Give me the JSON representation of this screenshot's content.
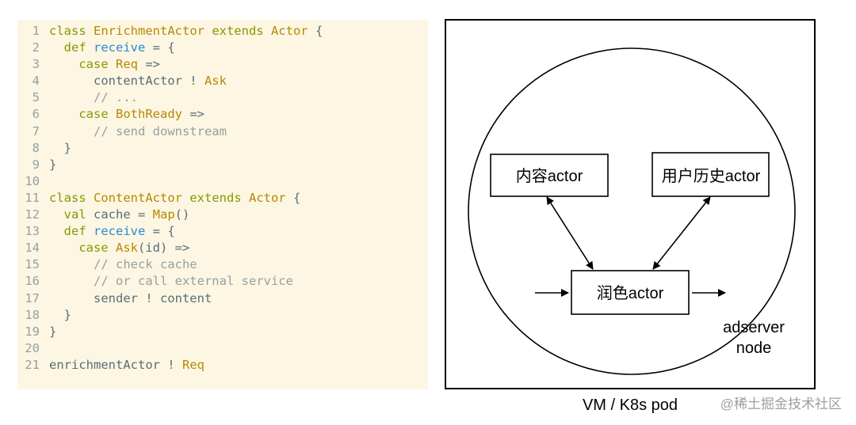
{
  "code": {
    "lines": [
      {
        "n": "1",
        "t": [
          [
            "kw",
            "class "
          ],
          [
            "type",
            "EnrichmentActor "
          ],
          [
            "kw",
            "extends "
          ],
          [
            "type",
            "Actor "
          ],
          [
            "pl",
            "{"
          ]
        ]
      },
      {
        "n": "2",
        "t": [
          [
            "pl",
            "  "
          ],
          [
            "kw",
            "def "
          ],
          [
            "fn",
            "receive "
          ],
          [
            "pl",
            "= {"
          ]
        ]
      },
      {
        "n": "3",
        "t": [
          [
            "pl",
            "    "
          ],
          [
            "kw",
            "case "
          ],
          [
            "type",
            "Req "
          ],
          [
            "pl",
            "=>"
          ]
        ]
      },
      {
        "n": "4",
        "t": [
          [
            "pl",
            "      contentActor ! "
          ],
          [
            "type",
            "Ask"
          ]
        ]
      },
      {
        "n": "5",
        "t": [
          [
            "cm",
            "      // ..."
          ]
        ]
      },
      {
        "n": "6",
        "t": [
          [
            "pl",
            "    "
          ],
          [
            "kw",
            "case "
          ],
          [
            "type",
            "BothReady "
          ],
          [
            "pl",
            "=>"
          ]
        ]
      },
      {
        "n": "7",
        "t": [
          [
            "cm",
            "      // send downstream"
          ]
        ]
      },
      {
        "n": "8",
        "t": [
          [
            "pl",
            "  }"
          ]
        ]
      },
      {
        "n": "9",
        "t": [
          [
            "pl",
            "}"
          ]
        ]
      },
      {
        "n": "10",
        "t": []
      },
      {
        "n": "11",
        "t": [
          [
            "kw",
            "class "
          ],
          [
            "type",
            "ContentActor "
          ],
          [
            "kw",
            "extends "
          ],
          [
            "type",
            "Actor "
          ],
          [
            "pl",
            "{"
          ]
        ]
      },
      {
        "n": "12",
        "t": [
          [
            "pl",
            "  "
          ],
          [
            "kw",
            "val "
          ],
          [
            "pl",
            "cache = "
          ],
          [
            "type",
            "Map"
          ],
          [
            "pl",
            "()"
          ]
        ]
      },
      {
        "n": "13",
        "t": [
          [
            "pl",
            "  "
          ],
          [
            "kw",
            "def "
          ],
          [
            "fn",
            "receive "
          ],
          [
            "pl",
            "= {"
          ]
        ]
      },
      {
        "n": "14",
        "t": [
          [
            "pl",
            "    "
          ],
          [
            "kw",
            "case "
          ],
          [
            "type",
            "Ask"
          ],
          [
            "pl",
            "(id) =>"
          ]
        ]
      },
      {
        "n": "15",
        "t": [
          [
            "cm",
            "      // check cache"
          ]
        ]
      },
      {
        "n": "16",
        "t": [
          [
            "cm",
            "      // or call external service"
          ]
        ]
      },
      {
        "n": "17",
        "t": [
          [
            "pl",
            "      sender ! content"
          ]
        ]
      },
      {
        "n": "18",
        "t": [
          [
            "pl",
            "  }"
          ]
        ]
      },
      {
        "n": "19",
        "t": [
          [
            "pl",
            "}"
          ]
        ]
      },
      {
        "n": "20",
        "t": []
      },
      {
        "n": "21",
        "t": [
          [
            "pl",
            "enrichmentActor ! "
          ],
          [
            "type",
            "Req"
          ]
        ]
      }
    ]
  },
  "diagram": {
    "content_actor": "内容actor",
    "user_history_actor": "用户历史actor",
    "polish_actor": "润色actor",
    "node_label_line1": "adserver",
    "node_label_line2": "node",
    "pod_label": "VM / K8s pod"
  },
  "watermark": "@稀土掘金技术社区"
}
